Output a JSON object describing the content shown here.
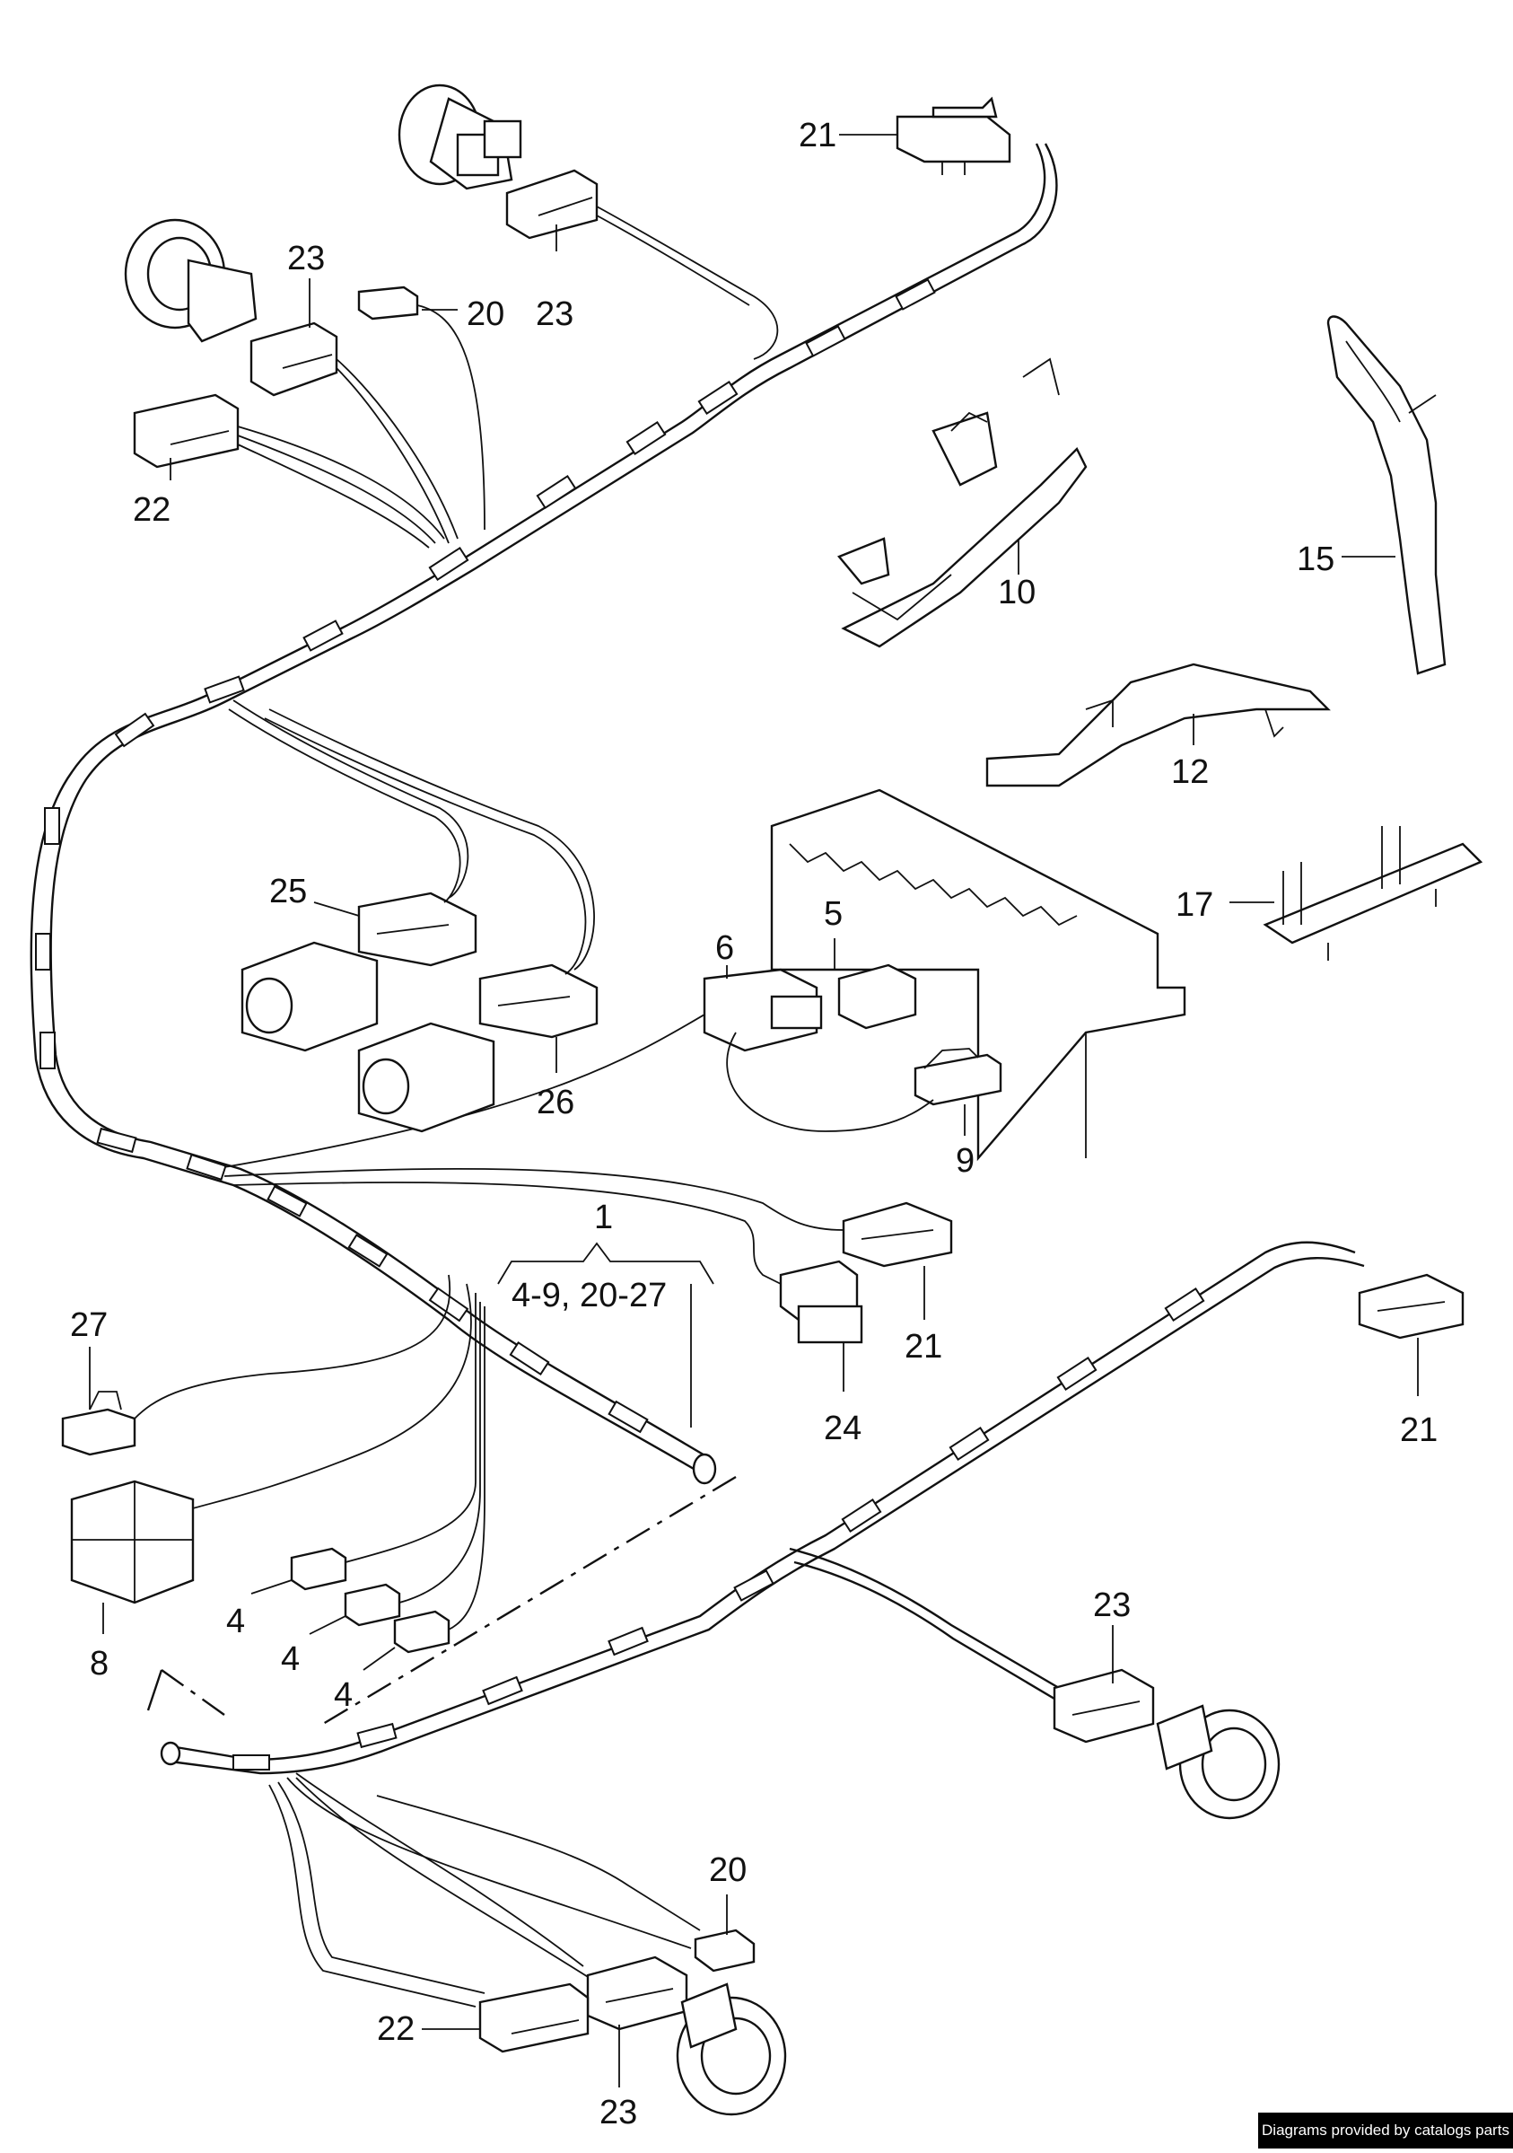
{
  "callouts": {
    "c1": "1",
    "c1_range": "4-9, 20-27",
    "c4a": "4",
    "c4b": "4",
    "c4c": "4",
    "c5": "5",
    "c6": "6",
    "c8": "8",
    "c9": "9",
    "c10": "10",
    "c12": "12",
    "c15": "15",
    "c17": "17",
    "c20a": "20",
    "c20b": "20",
    "c21a": "21",
    "c21b": "21",
    "c21c": "21",
    "c22a": "22",
    "c22b": "22",
    "c23a": "23",
    "c23b": "23",
    "c23c": "23",
    "c23d": "23",
    "c24": "24",
    "c25": "25",
    "c26": "26",
    "c27": "27"
  },
  "credit": "Diagrams provided by catalogs parts"
}
